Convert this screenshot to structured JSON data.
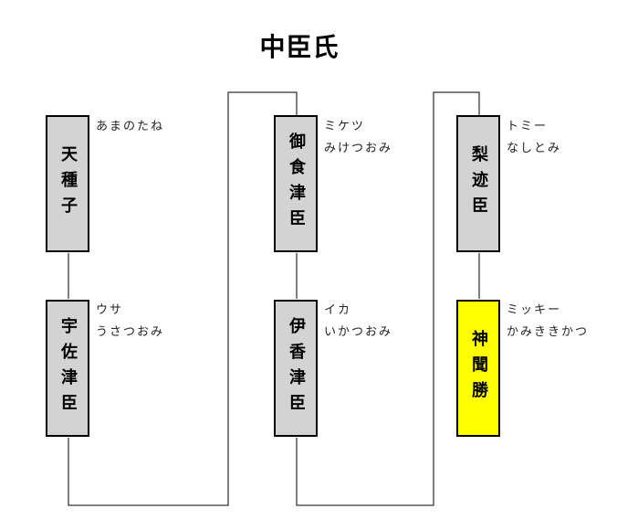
{
  "title": "中臣氏",
  "people": [
    {
      "name": "天種子",
      "kana": "",
      "hiragana": "あまのたね"
    },
    {
      "name": "宇佐津臣",
      "kana": "ウサ",
      "hiragana": "うさつおみ"
    },
    {
      "name": "御食津臣",
      "kana": "ミケツ",
      "hiragana": "みけつおみ"
    },
    {
      "name": "伊香津臣",
      "kana": "イカ",
      "hiragana": "いかつおみ"
    },
    {
      "name": "梨迹臣",
      "kana": "トミー",
      "hiragana": "なしとみ"
    },
    {
      "name": "神聞勝",
      "kana": "ミッキー",
      "hiragana": "かみききかつ"
    }
  ],
  "colors": {
    "node_fill": "#d3d3d3",
    "highlight_fill": "#ffff00",
    "line": "#000000"
  }
}
